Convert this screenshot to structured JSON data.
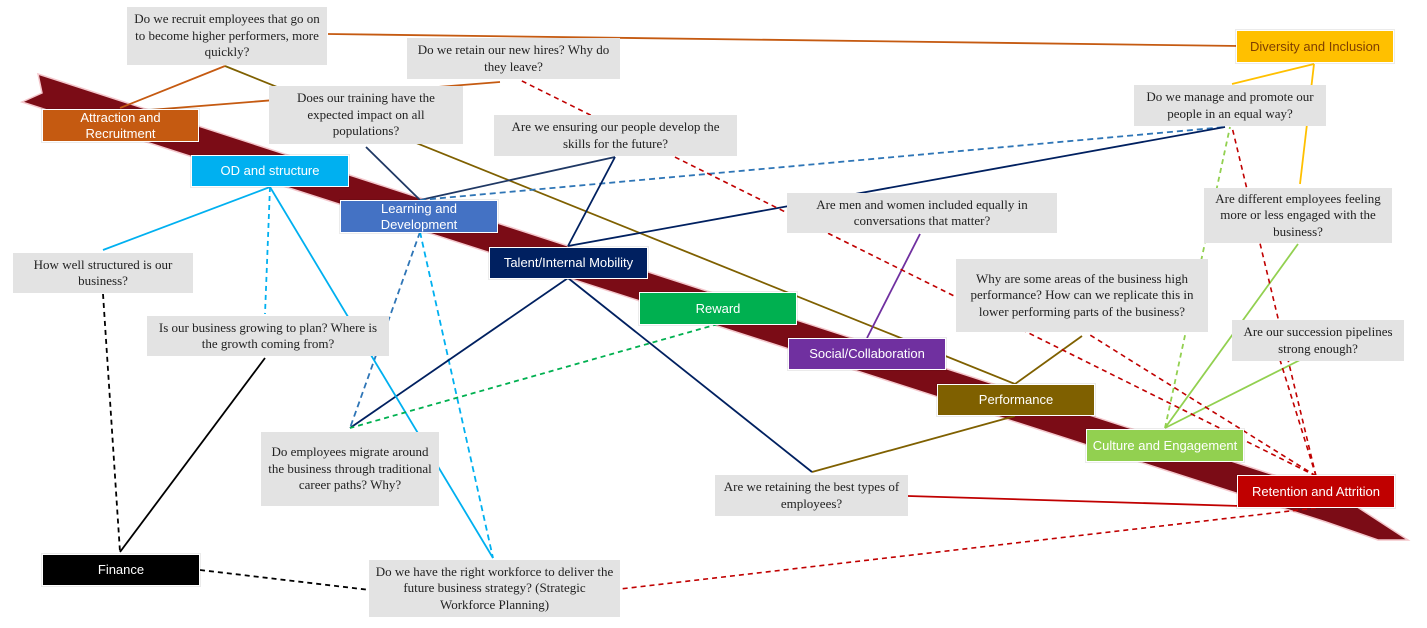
{
  "colors": {
    "arrow": "#7b0c16",
    "attraction": "#c55a11",
    "od": "#00b0f0",
    "learning": "#4472c4",
    "talent": "#002060",
    "reward": "#00b050",
    "social": "#7030a0",
    "performance": "#7f6000",
    "culture": "#92d050",
    "retention": "#c00000",
    "diversity": "#ffc000",
    "finance": "#000000",
    "question_bg": "#e3e3e3"
  },
  "categories": {
    "attraction": "Attraction and Recruitment",
    "od": "OD and structure",
    "learning": "Learning and Development",
    "talent": "Talent/Internal Mobility",
    "reward": "Reward",
    "social": "Social/Collaboration",
    "performance": "Performance",
    "culture": "Culture and Engagement",
    "retention": "Retention and Attrition",
    "diversity": "Diversity and Inclusion",
    "finance": "Finance"
  },
  "questions": {
    "recruit": "Do we recruit employees that go on to become higher performers, more quickly?",
    "retain_hires": "Do we retain our new hires? Why do they leave?",
    "training": "Does our training have the expected impact on all populations?",
    "skills": "Are we ensuring our people develop the skills for the future?",
    "promote": "Do we manage and promote our people in an equal way?",
    "men_women": "Are men and women included equally in conversations that matter?",
    "engaged": "Are different employees feeling more or less engaged with the business?",
    "structured": "How well structured is our business?",
    "high_perf": "Why are some areas of the business high performance? How can we replicate this in lower performing parts of the business?",
    "growing": "Is our business growing to plan? Where is the growth coming from?",
    "succession": "Are our succession pipelines strong enough?",
    "migrate": "Do employees migrate around the business through traditional career paths? Why?",
    "retaining_best": "Are we retaining the best types of employees?",
    "workforce": "Do we have the right workforce to deliver the future business strategy? (Strategic Workforce Planning)"
  }
}
